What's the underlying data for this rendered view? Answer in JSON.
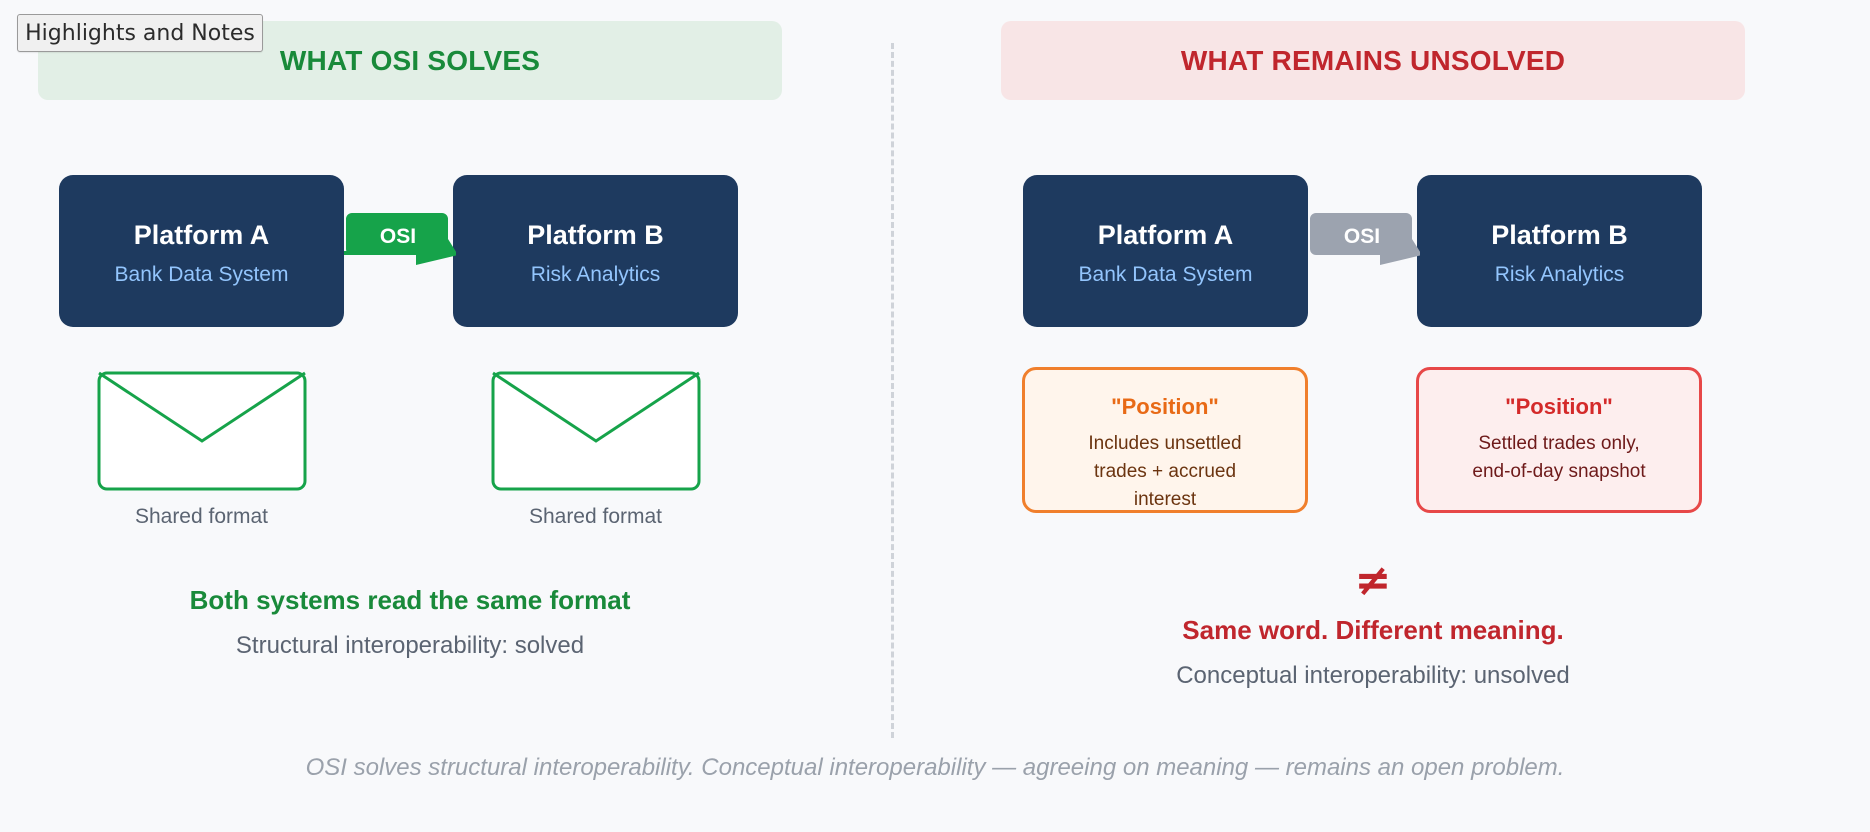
{
  "toolbar": {
    "highlights_label": "Highlights and Notes"
  },
  "left": {
    "banner": "WHAT OSI SOLVES",
    "platform_a": {
      "title": "Platform A",
      "subtitle": "Bank Data System"
    },
    "platform_b": {
      "title": "Platform B",
      "subtitle": "Risk Analytics"
    },
    "arrow_label": "OSI",
    "envelope_a_label": "Shared format",
    "envelope_b_label": "Shared format",
    "headline": "Both systems read the same format",
    "caption": "Structural interoperability: solved"
  },
  "right": {
    "banner": "WHAT REMAINS UNSOLVED",
    "platform_a": {
      "title": "Platform A",
      "subtitle": "Bank Data System"
    },
    "platform_b": {
      "title": "Platform B",
      "subtitle": "Risk Analytics"
    },
    "arrow_label": "OSI",
    "definition_a": {
      "title": "\"Position\"",
      "body": "Includes unsettled trades + accrued interest"
    },
    "definition_b": {
      "title": "\"Position\"",
      "body": "Settled trades only, end-of-day snapshot"
    },
    "not_equal_symbol": "≠",
    "headline": "Same word. Different meaning.",
    "caption": "Conceptual interoperability: unsolved"
  },
  "footnote": "OSI solves structural interoperability. Conceptual interoperability — agreeing on meaning — remains an open problem.",
  "colors": {
    "platform_bg": "#1e3a5f",
    "solved_green": "#198a3a",
    "arrow_green": "#16a34a",
    "arrow_gray": "#9ca3af",
    "unsolved_red": "#c0262d",
    "orange": "#f07f2c"
  }
}
